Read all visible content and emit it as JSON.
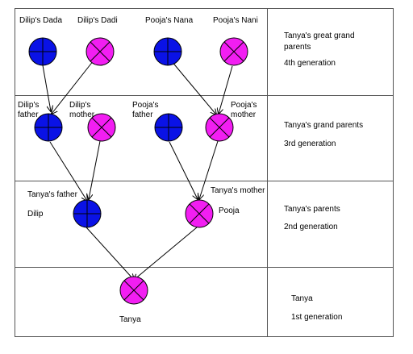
{
  "colors": {
    "male_fill": "#0a12e6",
    "female_fill": "#f21ef2",
    "line": "#000000",
    "background": "#ffffff"
  },
  "symbols": {
    "male": "circle-plus-icon",
    "female": "circle-cross-icon"
  },
  "generations": [
    {
      "line1": "Tanya's great grand",
      "line2": "parents",
      "label": "4th generation"
    },
    {
      "line1": "Tanya's grand parents",
      "line2": "",
      "label": "3rd generation"
    },
    {
      "line1": "Tanya's parents",
      "line2": "",
      "label": "2nd generation"
    },
    {
      "line1": "Tanya",
      "line2": "",
      "label": "1st generation"
    }
  ],
  "people": {
    "dilip_dada": {
      "line1": "Dilip's Dada",
      "line2": "",
      "sex": "male"
    },
    "dilip_dadi": {
      "line1": "Dilip's Dadi",
      "line2": "",
      "sex": "female"
    },
    "pooja_nana": {
      "line1": "Pooja's Nana",
      "line2": "",
      "sex": "male"
    },
    "pooja_nani": {
      "line1": "Pooja's Nani",
      "line2": "",
      "sex": "female"
    },
    "dilip_father": {
      "line1": "Dilip's",
      "line2": "father",
      "sex": "male"
    },
    "dilip_mother": {
      "line1": "Dilip's",
      "line2": "mother",
      "sex": "female"
    },
    "pooja_father": {
      "line1": "Pooja's",
      "line2": "father",
      "sex": "male"
    },
    "pooja_mother": {
      "line1": "Pooja's",
      "line2": "mother",
      "sex": "female"
    },
    "tanya_father": {
      "line1": "Tanya's father",
      "line2": "Dilip",
      "sex": "male"
    },
    "tanya_mother": {
      "line1": "Tanya's mother",
      "line2": "Pooja",
      "sex": "female"
    },
    "tanya": {
      "line1": "Tanya",
      "line2": "",
      "sex": "female"
    }
  }
}
